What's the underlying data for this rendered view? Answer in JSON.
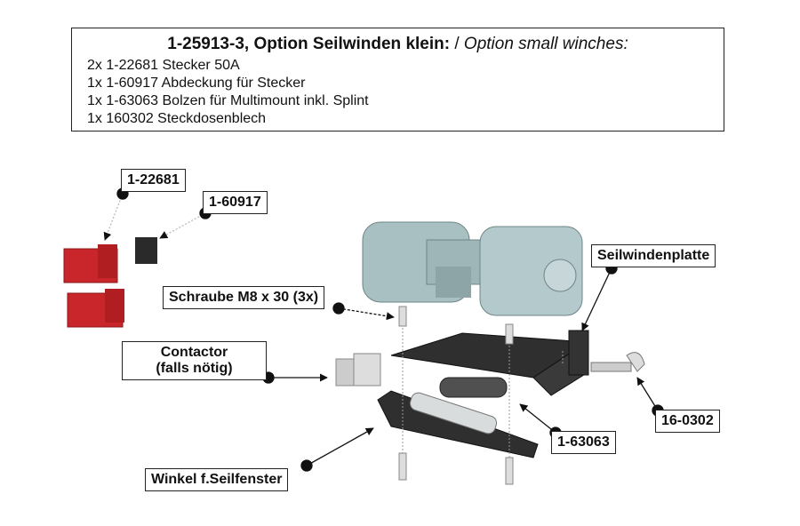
{
  "header": {
    "title_bold": "1-25913-3, Option Seilwinden klein:",
    "title_sep": " / ",
    "title_italic": "Option small winches:",
    "items": [
      "2x 1-22681 Stecker 50A",
      "1x 1-60917 Abdeckung für Stecker",
      "1x 1-63063 Bolzen für Multimount inkl. Splint",
      "1x 160302 Steckdosenblech"
    ]
  },
  "callouts": {
    "plug": "1-22681",
    "cover": "1-60917",
    "screw": "Schraube M8 x 30 (3x)",
    "contactor_line1": "Contactor",
    "contactor_line2": "(falls nötig)",
    "plate": "Seilwindenplatte",
    "socket_plate": "16-0302",
    "bolt": "1-63063",
    "bracket": "Winkel f.Seilfenster"
  },
  "colors": {
    "plug": "#c8262a",
    "winch": "#a9c0c3",
    "plate": "#2b2b2b"
  }
}
